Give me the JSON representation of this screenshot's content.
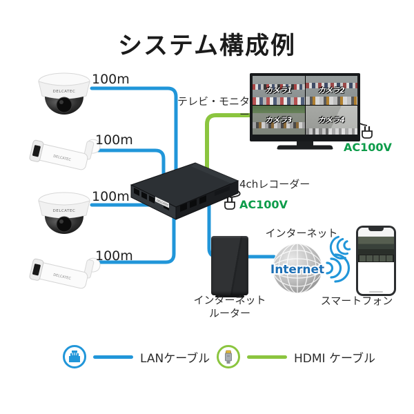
{
  "title": "システム構成例",
  "colors": {
    "lan_cable": "#2196d9",
    "hdmi_cable": "#8bc53f",
    "ac_label": "#0d9c4a"
  },
  "cameras": [
    {
      "type": "dome",
      "brand": "DELCATEC",
      "cable_length": "100m"
    },
    {
      "type": "bullet",
      "brand": "DELCATEC",
      "cable_length": "100m"
    },
    {
      "type": "dome",
      "brand": "DELCATEC",
      "cable_length": "100m"
    },
    {
      "type": "bullet",
      "brand": "DELCATEC",
      "cable_length": "100m"
    }
  ],
  "monitor": {
    "label": "テレビ・モニター",
    "power": "AC100V",
    "feeds": [
      "カメラ1",
      "カメラ2",
      "カメラ3",
      "カメラ4"
    ]
  },
  "recorder": {
    "label": "4chレコーダー",
    "brand": "DELCATEC",
    "power": "AC100V"
  },
  "router": {
    "label_line1": "インターネット",
    "label_line2": "ルーター"
  },
  "internet": {
    "label": "インターネット",
    "globe_text": "Internet"
  },
  "smartphone": {
    "label": "スマートフォン"
  },
  "legend": {
    "lan": {
      "label": "LANケーブル"
    },
    "hdmi": {
      "label": "HDMI ケーブル"
    }
  }
}
